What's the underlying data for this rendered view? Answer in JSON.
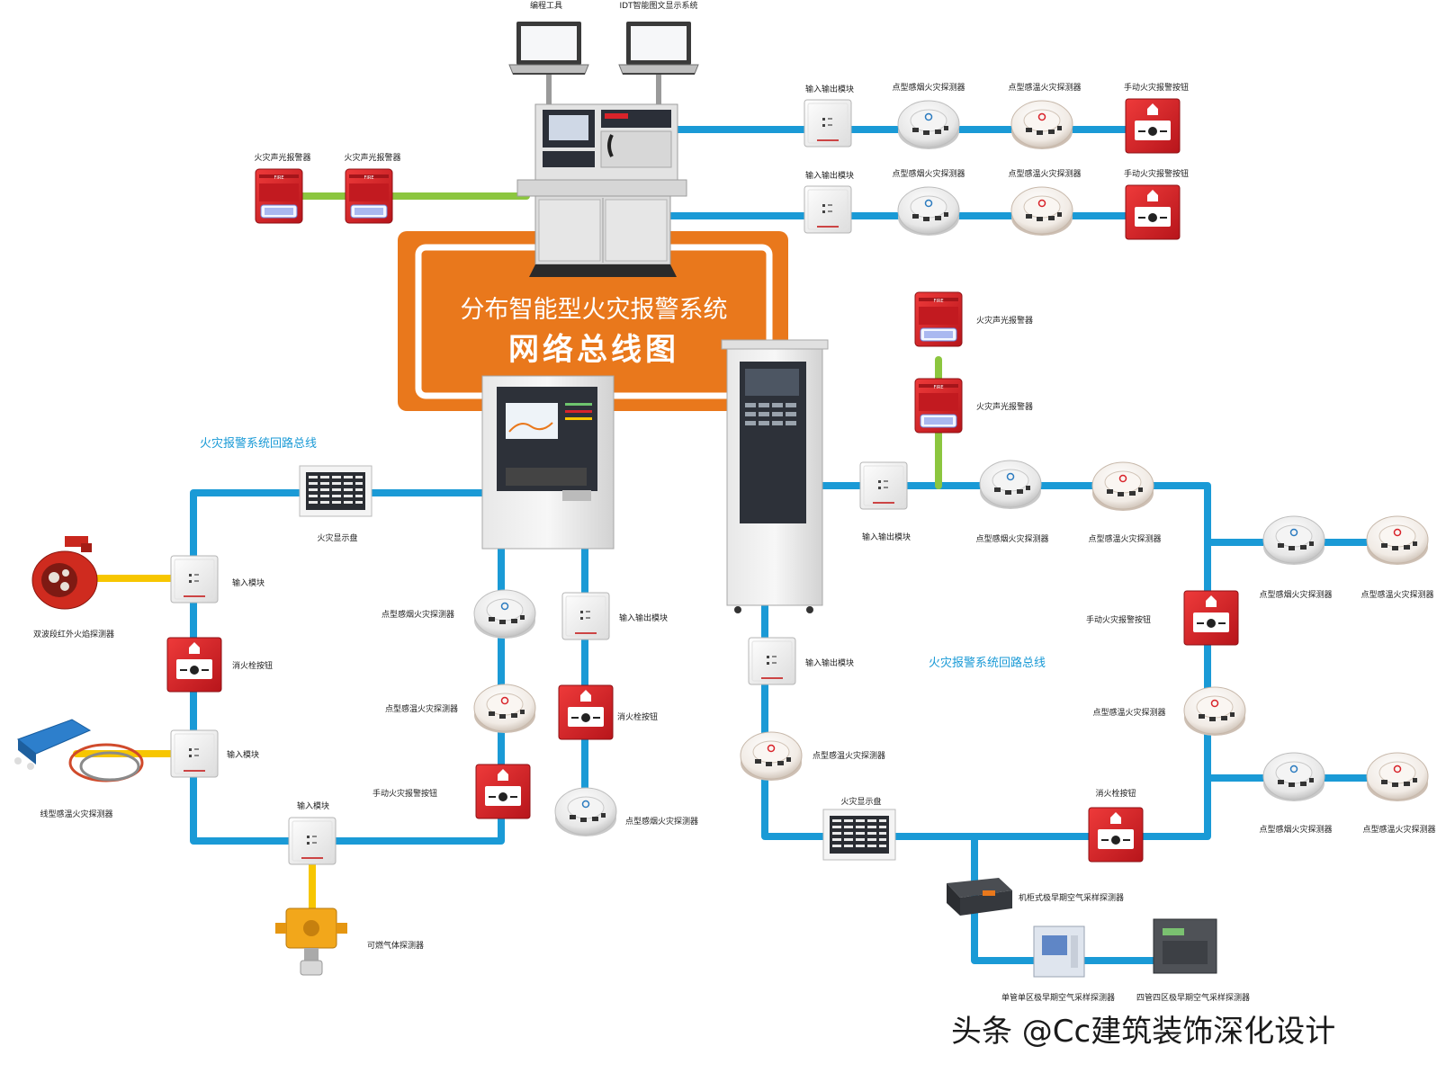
{
  "title": {
    "line1": "分布智能型火灾报警系统",
    "line2": "网络总线图"
  },
  "bus_labels": {
    "left": "火灾报警系统回路总线",
    "right": "火灾报警系统回路总线"
  },
  "watermark": "头条 @Cc建筑装饰深化设计",
  "fire_text": "FIRE",
  "colors": {
    "bus": "#1a9ad6",
    "green": "#8cc63f",
    "yellow": "#f7c600",
    "orange": "#e9781c",
    "red": "#d8232a"
  },
  "labels": {
    "prog_tool": "编程工具",
    "idt_display": "IDT智能图文显示系统",
    "sounder1": "火灾声光报警器",
    "sounder2": "火灾声光报警器",
    "top_io1": "输入输出模块",
    "top_smoke1": "点型感烟火灾探测器",
    "top_heat1": "点型感温火灾探测器",
    "top_mcp1": "手动火灾报警按钮",
    "top_io2": "输入输出模块",
    "top_smoke2": "点型感烟火灾探测器",
    "top_heat2": "点型感温火灾探测器",
    "top_mcp2": "手动火灾报警按钮",
    "left_panel": "火灾显示盘",
    "left_in1": "输入模块",
    "flame_det": "双波段红外火焰探测器",
    "left_hydrant": "消火栓按钮",
    "left_in2": "输入模块",
    "linear_det": "线型感温火灾探测器",
    "left_in3": "输入模块",
    "gas_det": "可燃气体探测器",
    "mid_mcp": "手动火灾报警按钮",
    "mid_smoke": "点型感烟火灾探测器",
    "mid_heat": "点型感温火灾探测器",
    "mid_io": "输入输出模块",
    "mid_hydrant": "消火栓按钮",
    "mid_smoke2": "点型感烟火灾探测器",
    "r_sounder1": "火灾声光报警器",
    "r_sounder2": "火灾声光报警器",
    "r_io": "输入输出模块",
    "r_smoke": "点型感烟火灾探测器",
    "r_heat": "点型感温火灾探测器",
    "r_mcp": "手动火灾报警按钮",
    "rr_smoke1": "点型感烟火灾探测器",
    "rr_heat1": "点型感温火灾探测器",
    "rr_heat_mid": "点型感温火灾探测器",
    "rr_smoke2": "点型感烟火灾探测器",
    "rr_heat2": "点型感温火灾探测器",
    "cab_io": "输入输出模块",
    "cab_heat": "点型感温火灾探测器",
    "r_panel": "火灾显示盘",
    "r_hydrant": "消火栓按钮",
    "asd_cab": "机柜式极早期空气采样探测器",
    "asd_single": "单管单区极早期空气采样探测器",
    "asd_four": "四管四区极早期空气采样探测器"
  }
}
